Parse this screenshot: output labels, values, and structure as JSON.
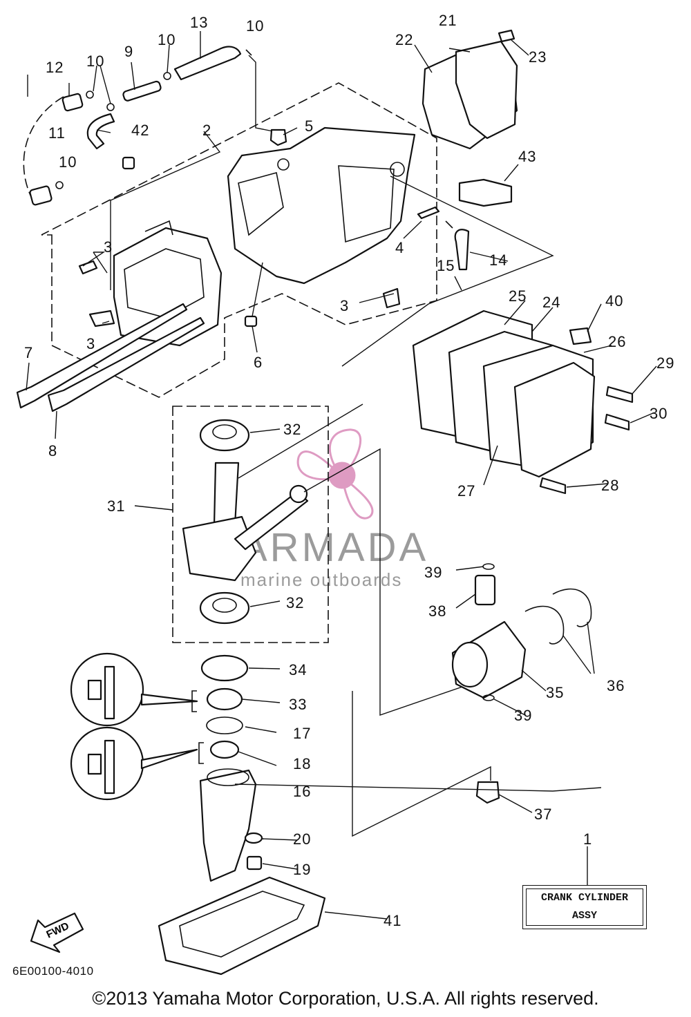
{
  "diagram": {
    "assembly_box": {
      "line1": "CRANK CYLINDER",
      "line2": "ASSY"
    },
    "diagram_code": "6E00100-4010",
    "copyright": "©2013 Yamaha Motor Corporation, U.S.A. All rights reserved.",
    "fwd_label": "FWD",
    "watermark": {
      "brand": "ARMADA",
      "tagline": "marine outboards",
      "color": "#d98ab8"
    },
    "labels": {
      "1": "1",
      "2": "2",
      "3": "3",
      "4": "4",
      "5": "5",
      "6": "6",
      "7": "7",
      "8": "8",
      "9": "9",
      "10": "10",
      "11": "11",
      "12": "12",
      "13": "13",
      "14": "14",
      "15": "15",
      "16": "16",
      "17": "17",
      "18": "18",
      "19": "19",
      "20": "20",
      "21": "21",
      "22": "22",
      "23": "23",
      "24": "24",
      "25": "25",
      "26": "26",
      "27": "27",
      "28": "28",
      "29": "29",
      "30": "30",
      "31": "31",
      "32": "32",
      "33": "33",
      "34": "34",
      "35": "35",
      "36": "36",
      "37": "37",
      "38": "38",
      "39": "39",
      "40": "40",
      "41": "41",
      "42": "42",
      "43": "43"
    }
  }
}
